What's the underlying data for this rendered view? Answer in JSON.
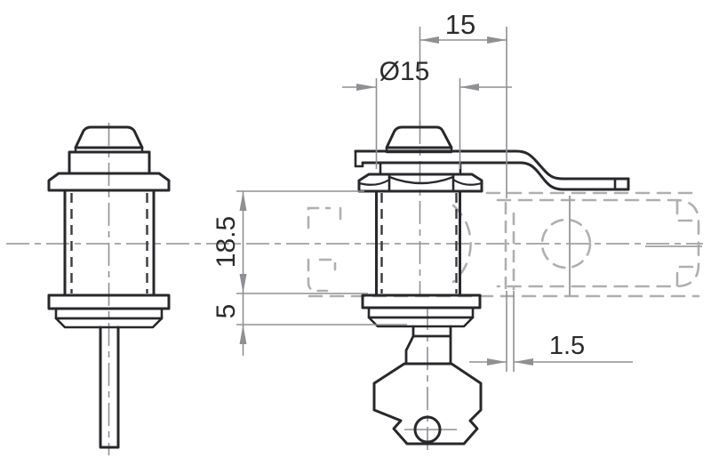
{
  "drawing": {
    "dimensions": {
      "cam_offset": "15",
      "barrel_diameter": "Ø15",
      "body_length": "18.5",
      "flange_height": "5",
      "cam_thickness": "1.5"
    },
    "colors": {
      "outline": "#28282c",
      "hidden_line": "#3a3a3e",
      "dimension_line": "#8f9093",
      "phantom_line": "#aeafb1",
      "text": "#2b2b2e",
      "background": "#ffffff"
    }
  }
}
